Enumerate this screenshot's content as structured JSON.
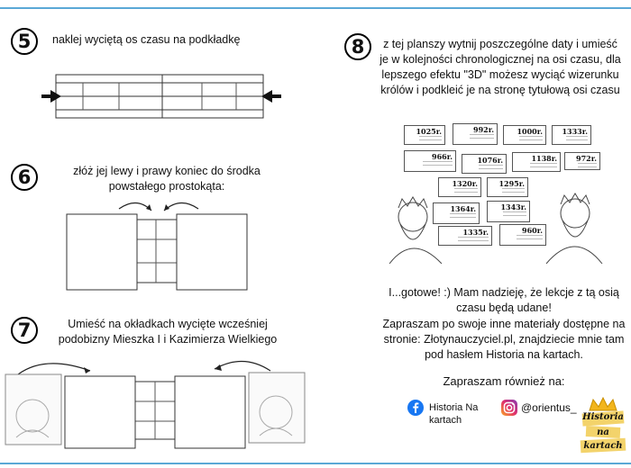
{
  "steps": {
    "s5": {
      "number": "5",
      "text": "naklej wyciętą os czasu na podkładkę"
    },
    "s6": {
      "number": "6",
      "text": "złóż jej lewy i prawy koniec do środka powstałego prostokąta:"
    },
    "s7": {
      "number": "7",
      "text": "Umieść na okładkach wycięte wcześniej podobizny Mieszka I i Kazimierza Wielkiego"
    },
    "s8": {
      "number": "8",
      "text": "z tej planszy wytnij poszczególne daty i umieść je w kolejności chronologicznej na osi czasu, dla lepszego efektu \"3D\" możesz wyciąć wizerunku królów i podkleić je na stronę tytułową osi czasu"
    }
  },
  "dates": [
    "1025r.",
    "992r.",
    "1000r.",
    "1333r.",
    "966r.",
    "1076r.",
    "1138r.",
    "972r.",
    "1320r.",
    "1295r.",
    "1364r.",
    "1343r.",
    "1335r.",
    "960r."
  ],
  "closing": {
    "done": "I...gotowe! :) Mam nadzieję, że lekcje z tą osią czasu będą udane!",
    "invite": "Zapraszam po swoje inne materiały dostępne na stronie: Złotynauczyciel.pl, znajdziecie mnie tam pod hasłem Historia na kartach.",
    "also": "Zapraszam również na:"
  },
  "social": {
    "facebook": "Historia Na kartach",
    "instagram": "@orientus_"
  },
  "logo": {
    "line1": "Historia",
    "line2": "na",
    "line3": "kartach"
  }
}
